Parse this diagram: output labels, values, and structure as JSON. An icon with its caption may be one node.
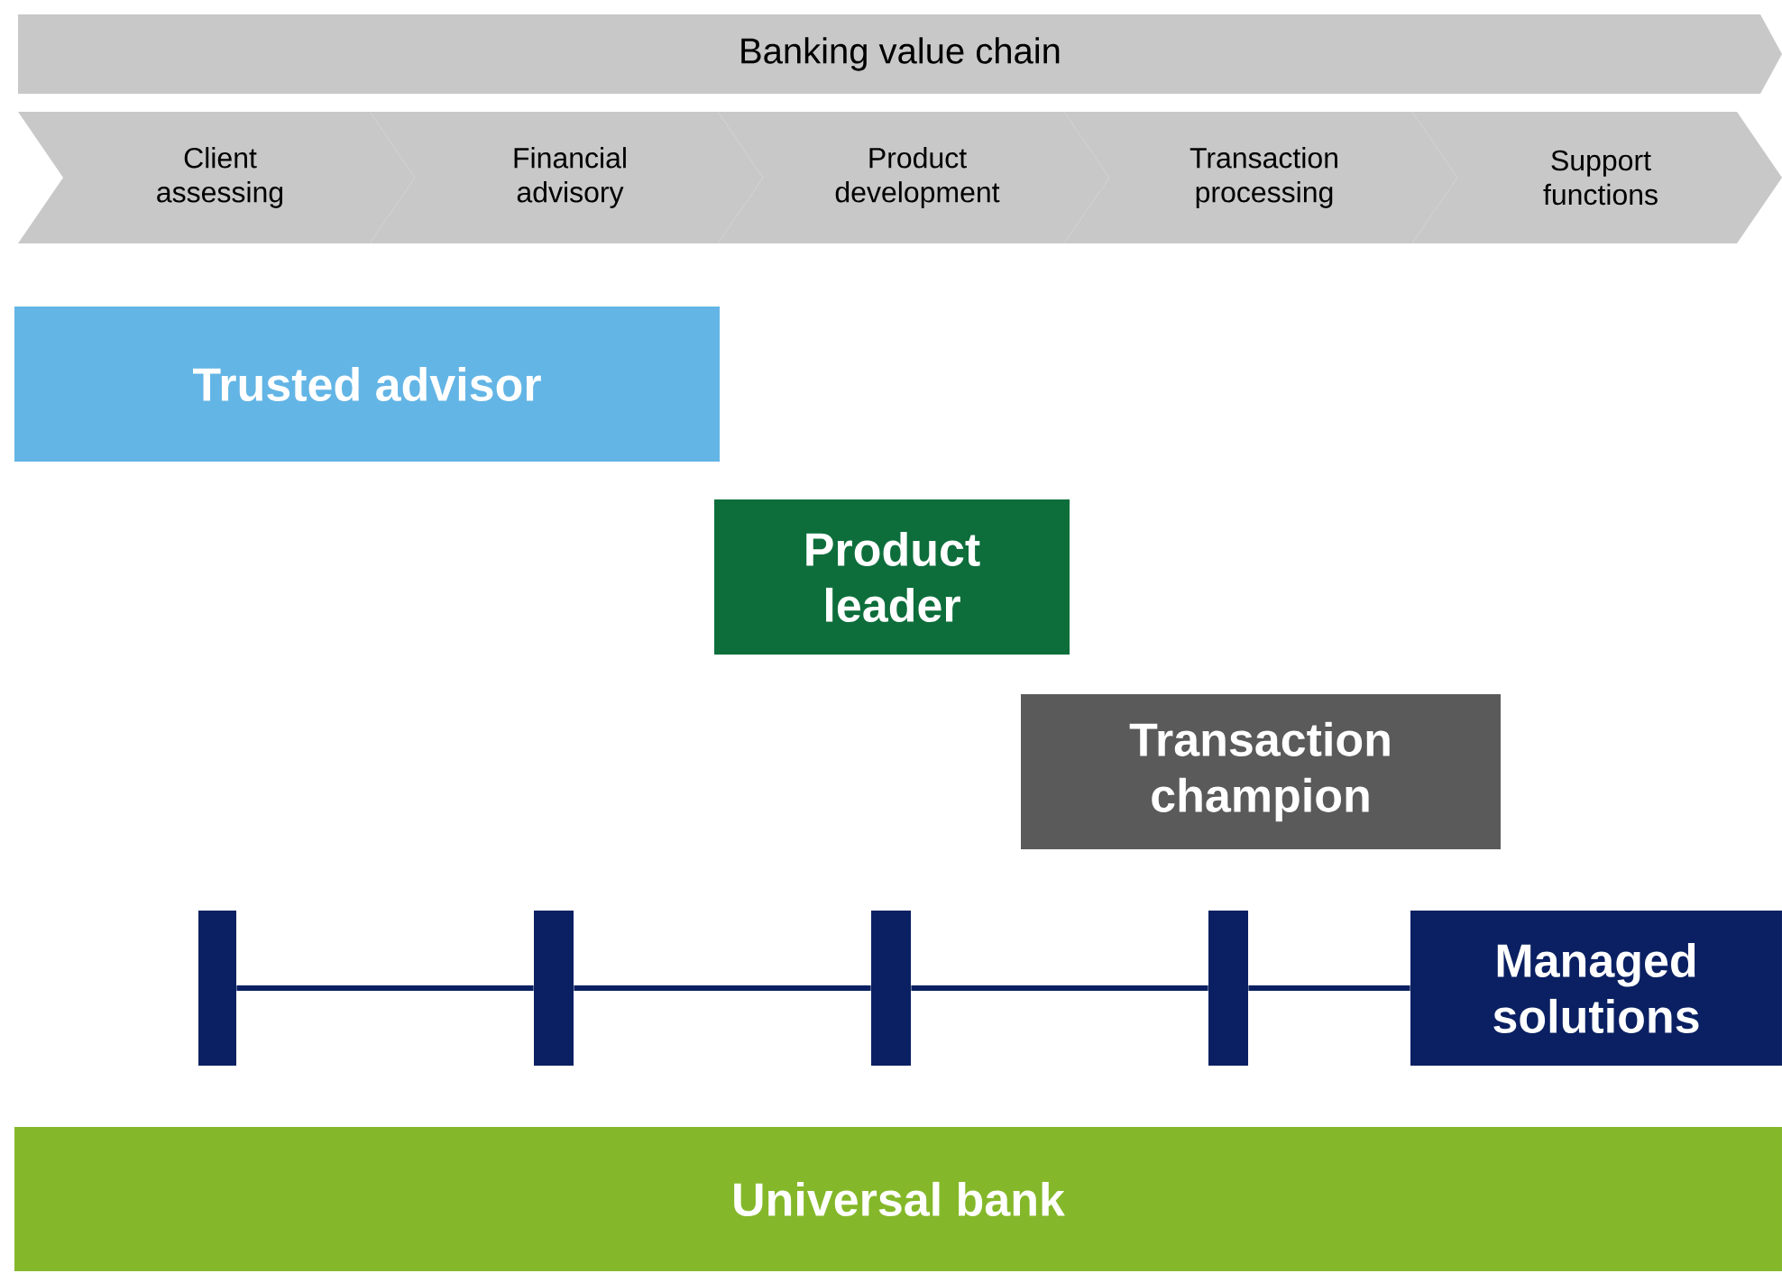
{
  "diagram": {
    "nodes": [
      {
        "text": [
          "Banking value chain"
        ]
      },
      {
        "text": [
          "Client assessing"
        ]
      },
      {
        "text": [
          "Financial advisory"
        ]
      },
      {
        "text": [
          "Product development"
        ]
      },
      {
        "text": [
          "Transaction processing"
        ]
      },
      {
        "text": [
          "Support functions"
        ]
      },
      {
        "text": [
          "Trusted advisor"
        ]
      },
      {
        "text": [
          "Product leader"
        ]
      },
      {
        "text": [
          "Transaction champion"
        ]
      },
      {
        "text": [],
        "shape": "bar"
      },
      {
        "text": [],
        "shape": "bar"
      },
      {
        "text": [],
        "shape": "bar"
      },
      {
        "text": [],
        "shape": "bar"
      },
      {
        "text": [
          "Managed solutions"
        ]
      },
      {
        "text": [
          "Universal bank"
        ]
      }
    ],
    "edges": [
      {
        "from": 9,
        "to": 10,
        "arrow": "none"
      },
      {
        "from": 10,
        "to": 11,
        "arrow": "none"
      },
      {
        "from": 11,
        "to": 12,
        "arrow": "none"
      },
      {
        "from": 12,
        "to": 13,
        "arrow": "none"
      }
    ]
  }
}
